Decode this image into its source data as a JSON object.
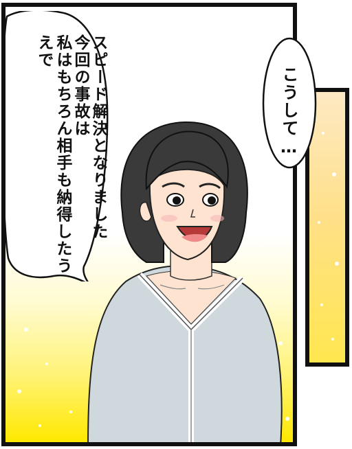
{
  "bubble_left": {
    "lines": [
      "私はもちろん相手も納得したうえで",
      "今回の事故は",
      "スピード解決となりました"
    ]
  },
  "bubble_right": {
    "text": "こうして…"
  },
  "colors": {
    "background_top": "#ffffff",
    "background_bottom": "#ffe800",
    "side_panel": "#ffe08a",
    "sweater": "#cfd8dc",
    "hair": "#3a3a3a",
    "skin": "#fde3d0",
    "border": "#111111"
  }
}
